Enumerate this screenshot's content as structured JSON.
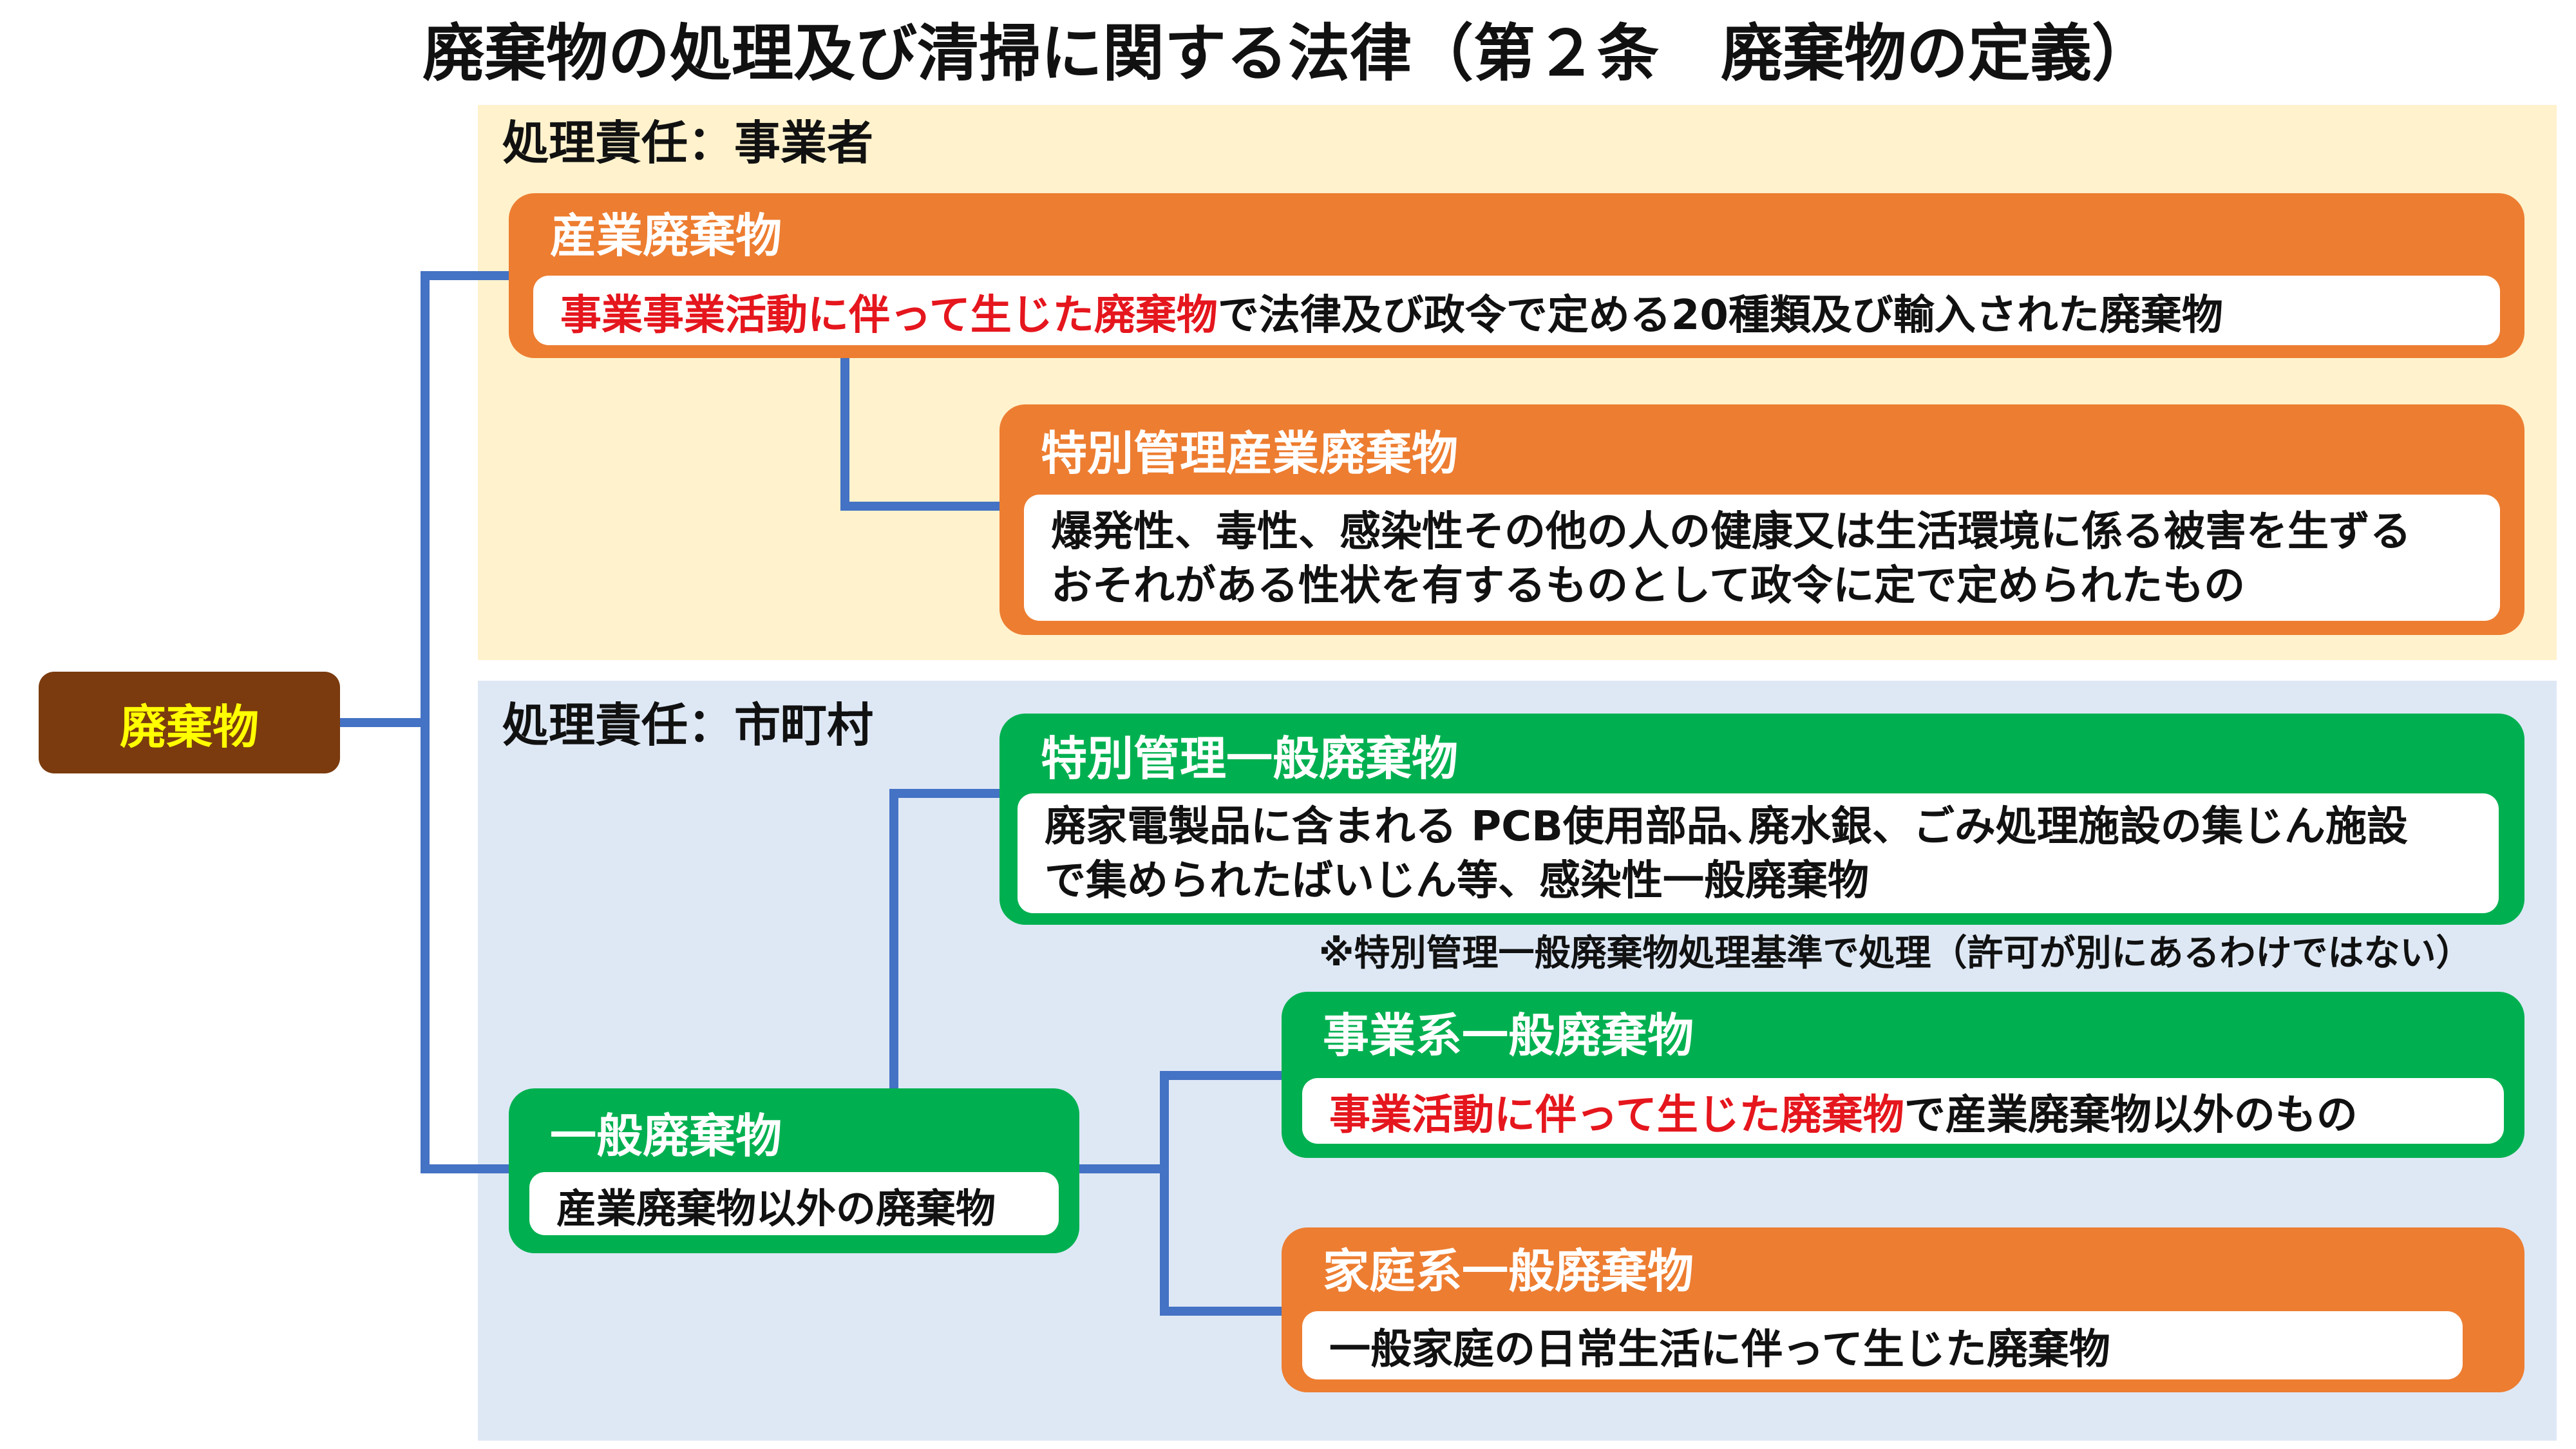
{
  "title": "廃棄物の処理及び清掃に関する法律（第２条　廃棄物の定義）",
  "colors": {
    "orange": "#ed7d31",
    "green": "#00b050",
    "brown": "#7b3b0e",
    "root_text": "#ffff00",
    "highlight": "#e5161d",
    "line": "#4472c4",
    "region_business": "#fff2cc",
    "region_municipal": "#dee8f5"
  },
  "regions": {
    "business": {
      "label": "処理責任：事業者"
    },
    "municipal": {
      "label": "処理責任：市町村"
    }
  },
  "root": {
    "label": "廃棄物"
  },
  "boxes": {
    "industrial": {
      "title": "産業廃棄物",
      "lines": [
        [
          {
            "t": "事業事業活動に伴って生じた廃棄物",
            "hl": true
          },
          {
            "t": "で法律及び政令で定める20種類及び輸入された廃棄物"
          }
        ]
      ]
    },
    "special_industrial": {
      "title": "特別管理産業廃棄物",
      "lines": [
        [
          {
            "t": "爆発性、毒性、感染性その他の人の健康又は生活環境に係る被害を生ずる"
          }
        ],
        [
          {
            "t": "おそれがある性状を有するものとして政令に定で定められたもの"
          }
        ]
      ]
    },
    "special_general": {
      "title": "特別管理一般廃棄物",
      "lines": [
        [
          {
            "t": "廃家電製品に含まれる PCB使用部品､廃水銀、ごみ処理施設の集じん施設"
          }
        ],
        [
          {
            "t": "で集められたばいじん等、感染性一般廃棄物"
          }
        ]
      ]
    },
    "general": {
      "title": "一般廃棄物",
      "lines": [
        [
          {
            "t": "産業廃棄物以外の廃棄物"
          }
        ]
      ]
    },
    "business_general": {
      "title": "事業系一般廃棄物",
      "lines": [
        [
          {
            "t": "事業活動に伴って生じた廃棄物",
            "hl": true
          },
          {
            "t": "で産業廃棄物以外のもの"
          }
        ]
      ]
    },
    "household_general": {
      "title": "家庭系一般廃棄物",
      "lines": [
        [
          {
            "t": "一般家庭の日常生活に伴って生じた廃棄物"
          }
        ]
      ]
    }
  },
  "note": "※特別管理一般廃棄物処理基準で処理（許可が別にあるわけではない）"
}
